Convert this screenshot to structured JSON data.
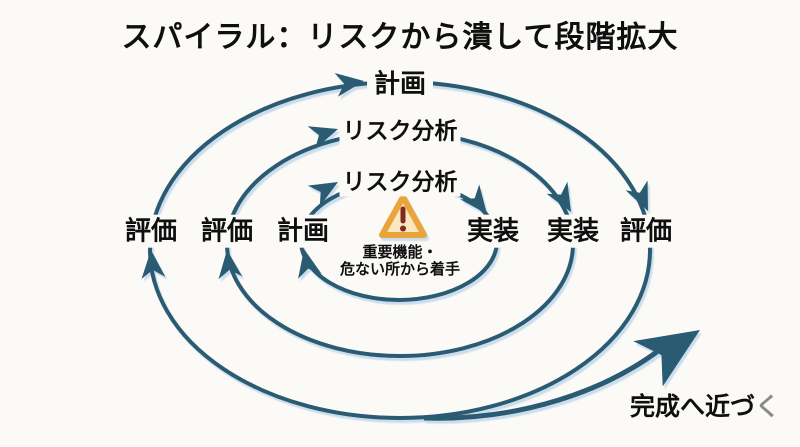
{
  "title": "スパイラル：リスクから潰して段階拡大",
  "diagram": {
    "top_labels": [
      {
        "name": "plan-outer",
        "text": "計画"
      },
      {
        "name": "risk-analysis-middle",
        "text": "リスク分析"
      },
      {
        "name": "risk-analysis-inner",
        "text": "リスク分析"
      }
    ],
    "left_labels": [
      {
        "name": "evaluation-outer",
        "text": "評価"
      },
      {
        "name": "evaluation-middle",
        "text": "評価"
      },
      {
        "name": "plan-inner",
        "text": "計画"
      }
    ],
    "right_labels": [
      {
        "name": "implementation-inner",
        "text": "実装"
      },
      {
        "name": "implementation-middle",
        "text": "実装"
      },
      {
        "name": "evaluation-right",
        "text": "評価"
      }
    ],
    "center_note": {
      "icon": "warning-triangle-icon",
      "line1": "重要機能・",
      "line2": "危ない所から着手"
    },
    "exit_label": {
      "main": "完成へ近づ",
      "tail": "く"
    }
  },
  "colors": {
    "arrow_stroke": "#2b5b73",
    "halo": "#dce8f2",
    "warning_border": "#e9a43c",
    "warning_fill": "#fae7c0",
    "warning_mark": "#7c2b1f",
    "text": "#0f0f0f",
    "muted_tail": "#8a8a8a",
    "background": "#fbfaf7"
  }
}
